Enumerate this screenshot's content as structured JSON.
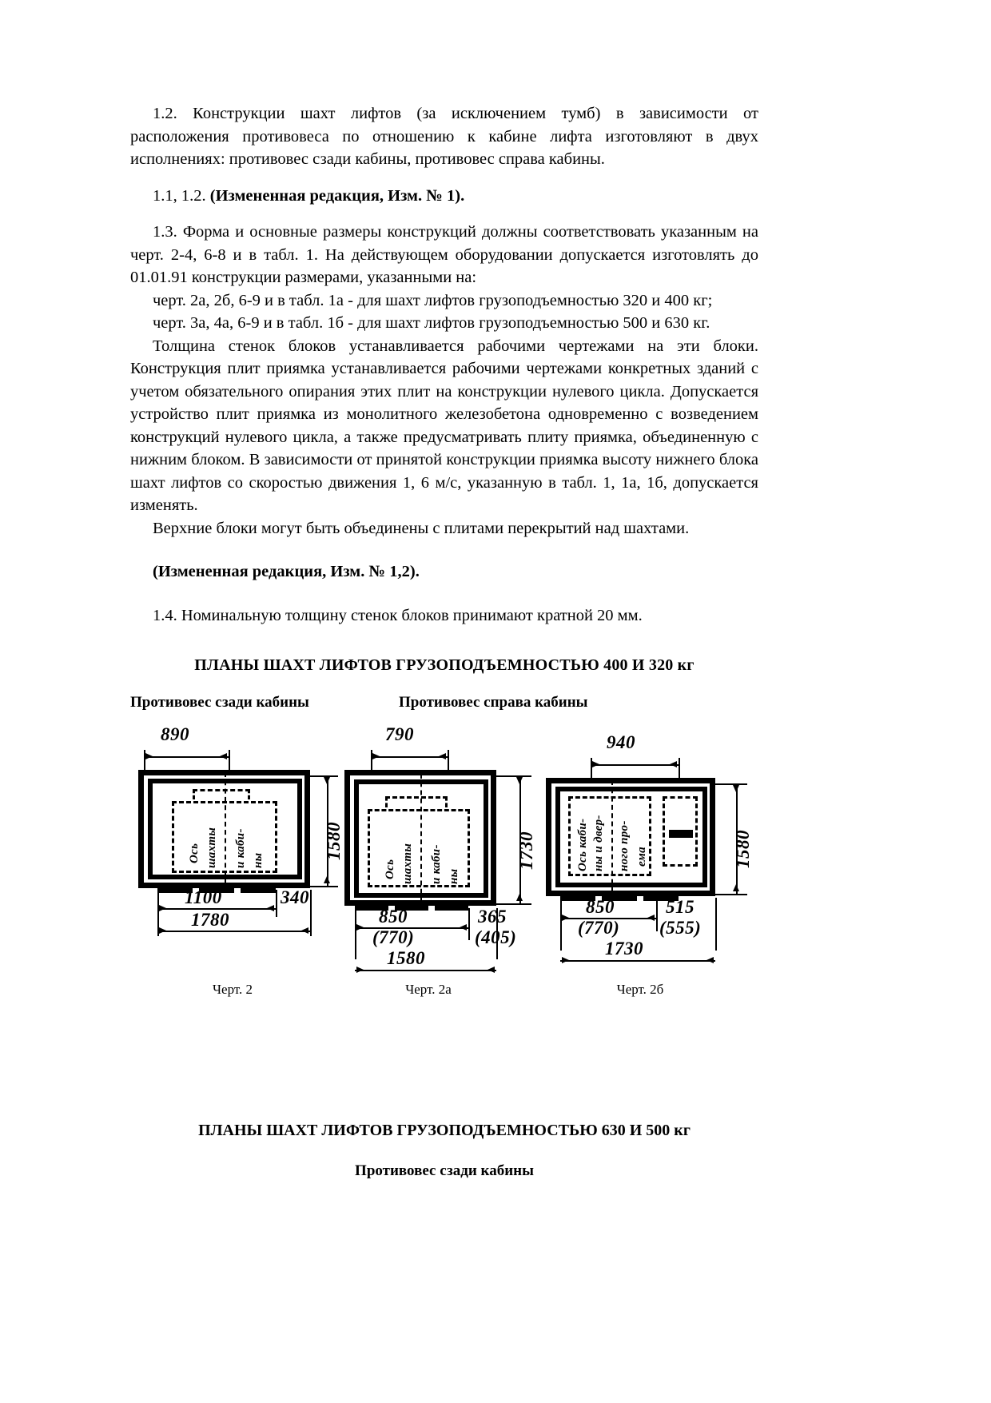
{
  "document": {
    "paragraphs": {
      "p12": "1.2. Конструкции шахт лифтов (за исключением тумб) в зависимости от расположения противовеса по отношению к кабине лифта изготовляют в двух исполнениях: противовес сзади кабины, противовес справа кабины.",
      "note_11_12": "1.1, 1.2. (Измененная редакция, Изм. № 1).",
      "note_11_12_num": "1.1, 1.2. ",
      "note_11_12_bold": "(Измененная редакция, Изм. № 1).",
      "p13": "1.3. Форма и основные размеры конструкций должны соответствовать указанным на черт. 2-4, 6-8 и в табл. 1. На действующем оборудовании допускается изготовлять до 01.01.91 конструкции размерами, указанными на:",
      "p13_item1": "черт. 2а, 2б, 6-9 и в табл. 1а - для шахт лифтов грузоподъемностью 320 и 400 кг;",
      "p13_item2": "черт. 3а, 4а, 6-9 и в табл. 1б - для шахт лифтов грузоподъемностью 500 и 630 кг.",
      "p13_cont": "Толщина стенок блоков устанавливается рабочими чертежами на эти блоки. Конструкция плит приямка устанавливается рабочими чертежами конкретных зданий с учетом обязательного опирания этих плит на конструкции нулевого цикла. Допускается устройство плит приямка из монолитного железобетона одновременно с возведением конструкций нулевого цикла, а также предусматривать плиту приямка, объединенную с нижним блоком. В зависимости от принятой конструкции приямка высоту нижнего блока шахт лифтов со скоростью движения 1, 6 м/с, указанную в табл. 1, 1а, 1б, допускается изменять.",
      "p13_last": "Верхние блоки могут быть объединены с плитами перекрытий над шахтами.",
      "note_1_2_bold": "(Измененная редакция, Изм. № 1,2).",
      "p14": "1.4. Номинальную толщину стенок  блоков принимают кратной 20 мм."
    },
    "titles": {
      "plans_400_320": "ПЛАНЫ ШАХТ ЛИФТОВ ГРУЗОПОДЪЕМНОСТЬЮ 400 И 320 кг",
      "plans_630_500": "ПЛАНЫ ШАХТ ЛИФТОВ ГРУЗОПОДЪЕМНОСТЬЮ 630 И 500 кг",
      "counterweight_behind": "Противовес сзади кабины",
      "counterweight_right": "Противовес справа кабины",
      "counterweight_behind_2": "Противовес сзади кабины"
    },
    "figures": [
      {
        "id": "fig-2",
        "caption": "Черт. 2",
        "top_dim": "890",
        "right_dim": "1580",
        "bottom_dims": [
          "1100",
          "340"
        ],
        "bottom_total": "1780",
        "axis_label_1": "Ось",
        "axis_label_2": "шахты",
        "axis_label_3": "и каби-",
        "axis_label_4": "ны"
      },
      {
        "id": "fig-2a",
        "caption": "Черт. 2а",
        "top_dim": "790",
        "right_dim": "1730",
        "bottom_dims": [
          "850",
          "365"
        ],
        "bottom_dims_paren": [
          "(770)",
          "(405)"
        ],
        "bottom_total": "1580",
        "axis_label_1": "Ось",
        "axis_label_2": "шахты",
        "axis_label_3": "и каби-",
        "axis_label_4": "ны"
      },
      {
        "id": "fig-2b",
        "caption": "Черт. 2б",
        "top_dim": "940",
        "right_dim": "1580",
        "bottom_dims": [
          "850",
          "515"
        ],
        "bottom_dims_paren": [
          "(770)",
          "(555)"
        ],
        "bottom_total": "1730",
        "axis_label_1": "Ось каби-",
        "axis_label_2": "ны и двер-",
        "axis_label_3": "ного про-",
        "axis_label_4": "ема"
      }
    ]
  }
}
